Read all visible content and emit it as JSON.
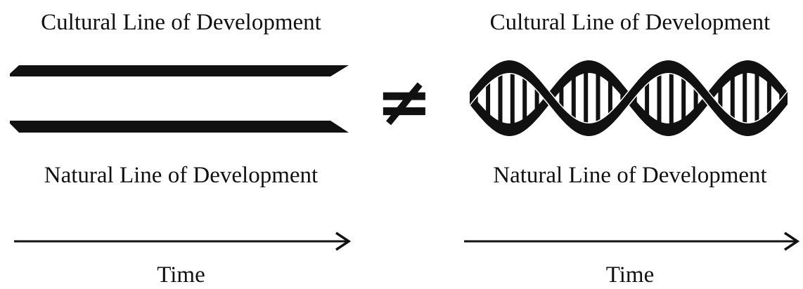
{
  "left": {
    "cultural_label": "Cultural Line of Development",
    "natural_label": "Natural Line of Development",
    "time_label": "Time"
  },
  "comparison": {
    "symbol": "≠"
  },
  "right": {
    "cultural_label": "Cultural Line of Development",
    "natural_label": "Natural Line of Development",
    "time_label": "Time"
  },
  "colors": {
    "ink": "#111111",
    "background": "#ffffff"
  },
  "icons": {
    "left_lines": "parallel-lines-icon",
    "right_lines": "double-helix-icon",
    "arrow": "right-arrow-icon"
  }
}
